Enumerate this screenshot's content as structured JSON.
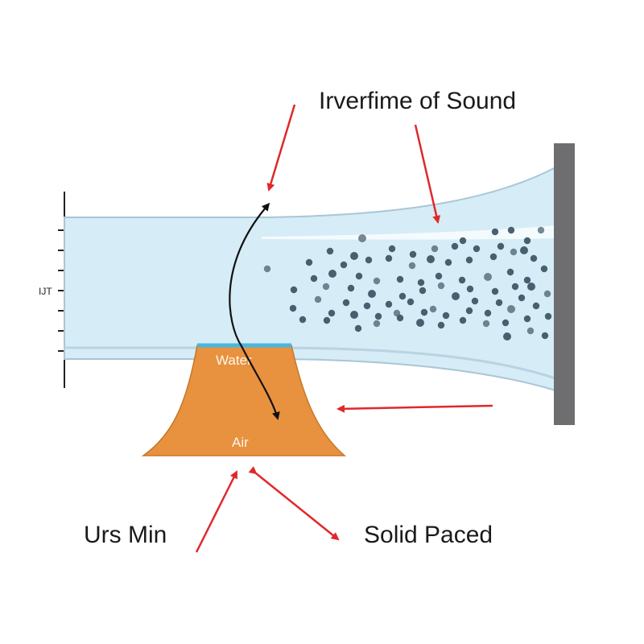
{
  "labels": {
    "title": "Irverfime of Sound",
    "bottom_left": "Urs Min",
    "bottom_right": "Solid Paced",
    "water": "Water",
    "air": "Air",
    "axis": "IJT"
  },
  "colors": {
    "channel_fill": "#d6ecf6",
    "channel_edge": "#a9c6d6",
    "mound": "#e8913f",
    "mound_edge": "#c77728",
    "water_line": "#47b7e0",
    "wall": "#6e6e70",
    "particle": "#3f5868",
    "arrow": "#e0282a"
  },
  "icons": {
    "wall": "solid-barrier",
    "particles": "dot-cluster",
    "arrows": "red-pointer-arrow"
  }
}
